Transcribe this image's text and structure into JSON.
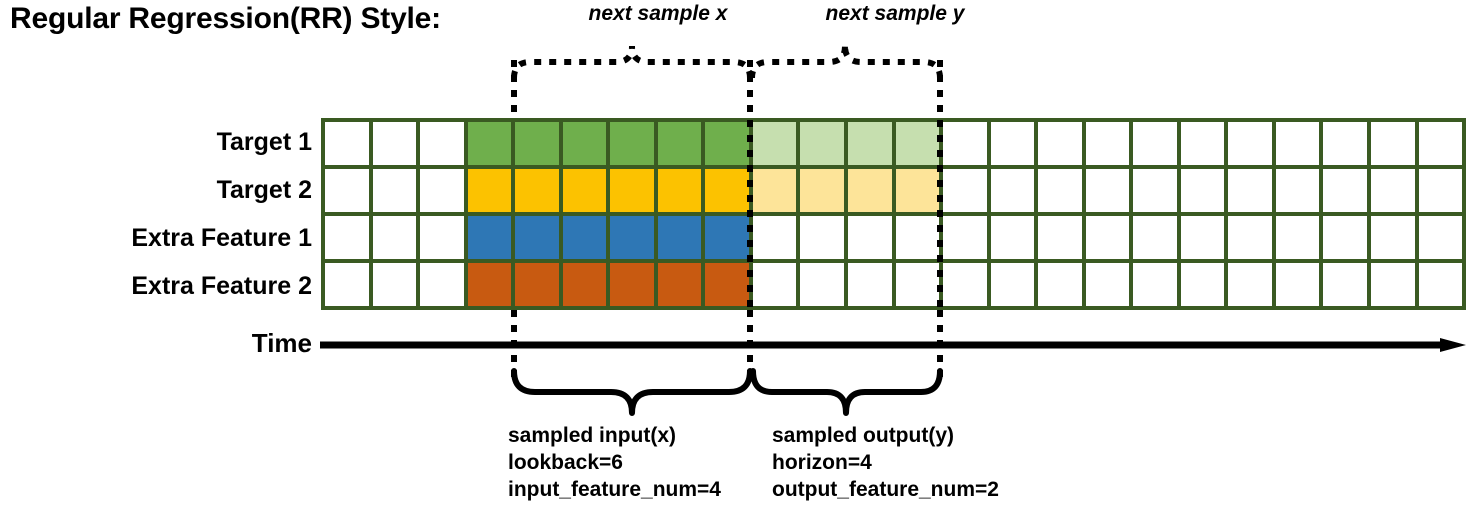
{
  "title": "Regular Regression(RR) Style:",
  "row_labels": [
    "Target 1",
    "Target 2",
    "Extra Feature 1",
    "Extra Feature 2"
  ],
  "time_axis_label": "Time",
  "colors": {
    "grid_border": "#3a5a22",
    "empty": "#ffffff",
    "target1_input": "#6faf4c",
    "target1_output": "#c6dfaf",
    "target2_input": "#fcc200",
    "target2_output": "#fde499",
    "extra1_input": "#2e77b5",
    "extra2_input": "#c85a11",
    "annotation": "#000000"
  },
  "grid": {
    "columns": 24,
    "rows": 4,
    "lead_empty_cols": 3,
    "lookback_cols": 6,
    "horizon_cols": 4,
    "trail_empty_cols": 11,
    "cell_fills": [
      [
        "#ffffff",
        "#ffffff",
        "#ffffff",
        "#6faf4c",
        "#6faf4c",
        "#6faf4c",
        "#6faf4c",
        "#6faf4c",
        "#6faf4c",
        "#c6dfaf",
        "#c6dfaf",
        "#c6dfaf",
        "#c6dfaf",
        "#ffffff",
        "#ffffff",
        "#ffffff",
        "#ffffff",
        "#ffffff",
        "#ffffff",
        "#ffffff",
        "#ffffff",
        "#ffffff",
        "#ffffff",
        "#ffffff"
      ],
      [
        "#ffffff",
        "#ffffff",
        "#ffffff",
        "#fcc200",
        "#fcc200",
        "#fcc200",
        "#fcc200",
        "#fcc200",
        "#fcc200",
        "#fde499",
        "#fde499",
        "#fde499",
        "#fde499",
        "#ffffff",
        "#ffffff",
        "#ffffff",
        "#ffffff",
        "#ffffff",
        "#ffffff",
        "#ffffff",
        "#ffffff",
        "#ffffff",
        "#ffffff",
        "#ffffff"
      ],
      [
        "#ffffff",
        "#ffffff",
        "#ffffff",
        "#2e77b5",
        "#2e77b5",
        "#2e77b5",
        "#2e77b5",
        "#2e77b5",
        "#2e77b5",
        "#ffffff",
        "#ffffff",
        "#ffffff",
        "#ffffff",
        "#ffffff",
        "#ffffff",
        "#ffffff",
        "#ffffff",
        "#ffffff",
        "#ffffff",
        "#ffffff",
        "#ffffff",
        "#ffffff",
        "#ffffff",
        "#ffffff"
      ],
      [
        "#ffffff",
        "#ffffff",
        "#ffffff",
        "#c85a11",
        "#c85a11",
        "#c85a11",
        "#c85a11",
        "#c85a11",
        "#c85a11",
        "#ffffff",
        "#ffffff",
        "#ffffff",
        "#ffffff",
        "#ffffff",
        "#ffffff",
        "#ffffff",
        "#ffffff",
        "#ffffff",
        "#ffffff",
        "#ffffff",
        "#ffffff",
        "#ffffff",
        "#ffffff",
        "#ffffff"
      ]
    ]
  },
  "top_braces": [
    {
      "label": "next sample x"
    },
    {
      "label": "next sample y"
    }
  ],
  "bottom_braces": [
    {
      "lines": [
        "sampled input(x)",
        "lookback=6",
        "input_feature_num=4"
      ],
      "line1": "sampled input(x)",
      "line2": "lookback=6",
      "line3": "input_feature_num=4"
    },
    {
      "lines": [
        "sampled output(y)",
        "horizon=4",
        "output_feature_num=2"
      ],
      "line1": "sampled output(y)",
      "line2": "horizon=4",
      "line3": "output_feature_num=2"
    }
  ]
}
